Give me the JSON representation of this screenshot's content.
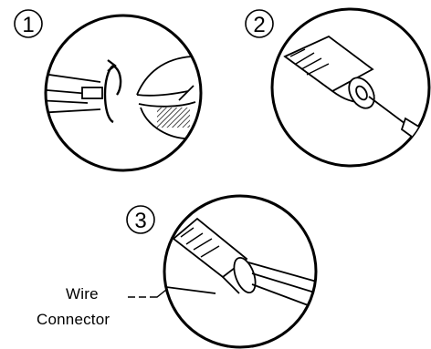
{
  "steps": [
    {
      "number": "1"
    },
    {
      "number": "2"
    },
    {
      "number": "3"
    }
  ],
  "callout": {
    "line1": "Wire",
    "line2": "Connector"
  },
  "colors": {
    "ink": "#000000",
    "paper": "#ffffff"
  }
}
